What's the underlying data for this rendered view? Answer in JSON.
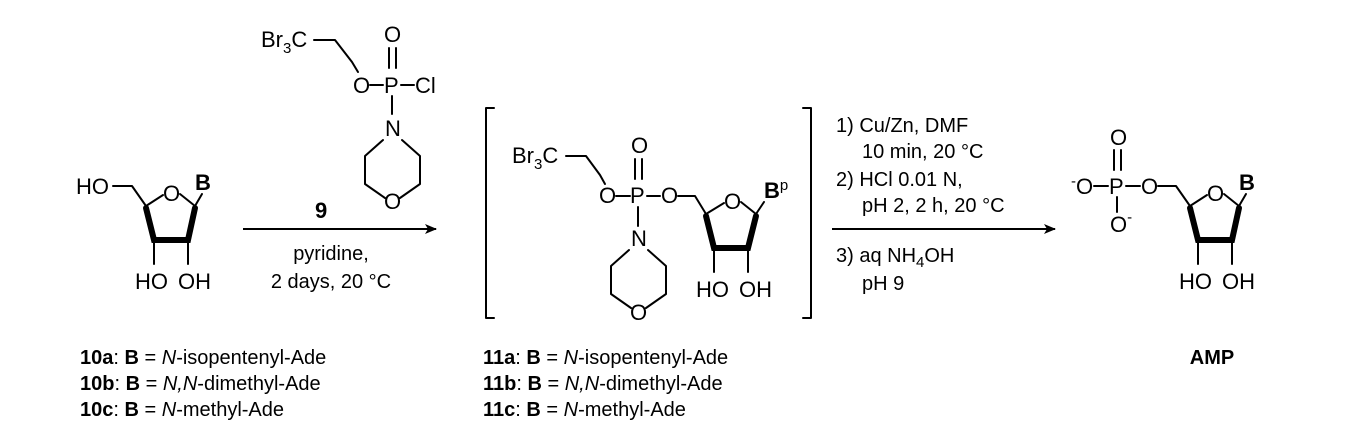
{
  "reagent_9": {
    "br3c": "Br",
    "br3c_sub": "3",
    "br3c_c": "C",
    "o_top": "O",
    "o_ester": "O",
    "p": "P",
    "cl": "Cl",
    "n": "N",
    "o_ring": "O",
    "label": "9"
  },
  "step1": {
    "line1": "pyridine,",
    "line2": "2 days, 20 °C"
  },
  "sm": {
    "ho": "HO",
    "o_ring": "O",
    "base": "B",
    "ho_bottom": "HO",
    "oh_bottom": "OH",
    "labels": [
      {
        "id": "10a",
        "mid": "B",
        "eq": " = ",
        "italic": "N",
        "rest": "-isopentenyl-Ade"
      },
      {
        "id": "10b",
        "mid": "B",
        "eq": " = ",
        "italic": "N,N",
        "rest": "-dimethyl-Ade"
      },
      {
        "id": "10c",
        "mid": "B",
        "eq": " = ",
        "italic": "N",
        "rest": "-methyl-Ade"
      }
    ]
  },
  "intermediate": {
    "br3c": "Br",
    "br3c_sub": "3",
    "br3c_c": "C",
    "o_top": "O",
    "o_ester": "O",
    "p": "P",
    "o_link": "O",
    "n": "N",
    "o_morph": "O",
    "o_ring": "O",
    "base": "B",
    "base_sup": "p",
    "ho_bottom": "HO",
    "oh_bottom": "OH",
    "labels": [
      {
        "id": "11a",
        "mid": "B",
        "eq": " = ",
        "italic": "N",
        "rest": "-isopentenyl-Ade"
      },
      {
        "id": "11b",
        "mid": "B",
        "eq": " = ",
        "italic": "N,N",
        "rest": "-dimethyl-Ade"
      },
      {
        "id": "11c",
        "mid": "B",
        "eq": " = ",
        "italic": "N",
        "rest": "-methyl-Ade"
      }
    ]
  },
  "step2": {
    "line1": "1) Cu/Zn, DMF",
    "line2": "10 min, 20 °C",
    "line3": "2) HCl 0.01 N,",
    "line4": "pH 2, 2 h, 20 °C",
    "line5_pre": "3) aq NH",
    "line5_sub": "4",
    "line5_post": "OH",
    "line6": "pH 9"
  },
  "product": {
    "minus_o_left": "O",
    "minus": "-",
    "o_top": "O",
    "p": "P",
    "o_link": "O",
    "o_bottom": "O",
    "o_ring": "O",
    "base": "B",
    "ho_bottom": "HO",
    "oh_bottom": "OH",
    "label": "AMP"
  },
  "colors": {
    "ink": "#000000",
    "background": "#ffffff"
  }
}
